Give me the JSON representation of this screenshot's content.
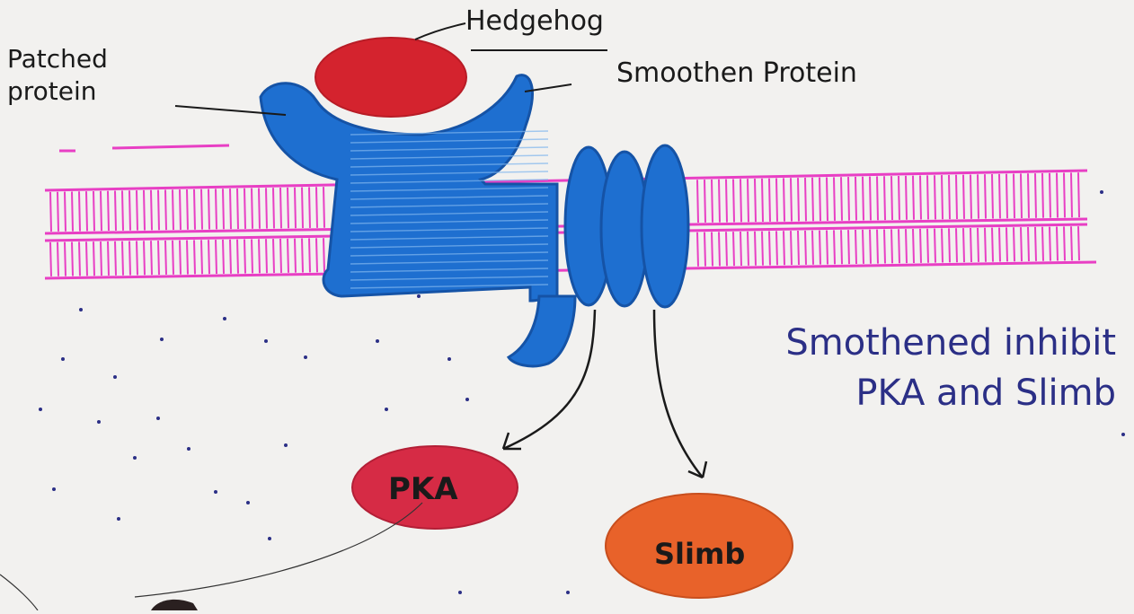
{
  "labels": {
    "hedgehog": "Hedgehog",
    "patched_line1": "Patched",
    "patched_line2": "protein",
    "smoothen": "Smoothen Protein",
    "caption_line1": "Smothened inhibit",
    "caption_line2": "PKA and Slimb",
    "pka": "PKA",
    "slimb": "Slimb"
  },
  "colors": {
    "paper": "#f2f1ef",
    "membrane": "#e83fc4",
    "receptor": "#1e6fd0",
    "receptor_dark": "#1553a6",
    "hedgehog": "#d4232e",
    "pka": "#d62b45",
    "slimb": "#e8622a",
    "caption_ink": "#2b2f86"
  }
}
